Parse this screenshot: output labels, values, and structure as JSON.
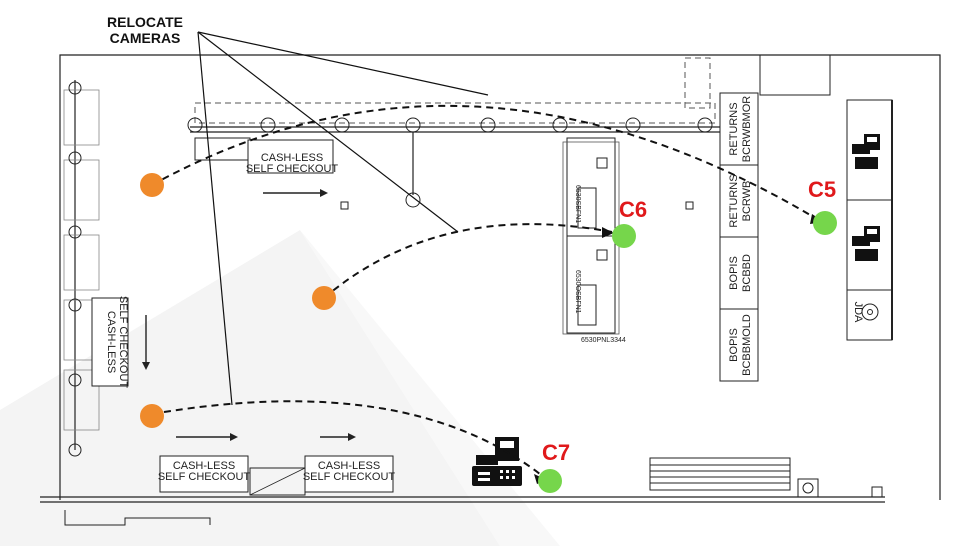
{
  "callout": {
    "line1": "RELOCATE",
    "line2": "CAMERAS"
  },
  "checkouts": {
    "top": {
      "line1": "CASH-LESS",
      "line2": "SELF CHECKOUT"
    },
    "left": {
      "line1": "CASH-LESS",
      "line2": "SELF CHECKOUT"
    },
    "bottom_left": {
      "line1": "CASH-LESS",
      "line2": "SELF CHECKOUT"
    },
    "bottom_right": {
      "line1": "CASH-LESS",
      "line2": "SELF CHECKOUT"
    }
  },
  "counter_labels": [
    {
      "line1": "RETURNS",
      "line2": "BCRWBMOR"
    },
    {
      "line1": "RETURNS",
      "line2": "BCRWB"
    },
    {
      "line1": "BOPIS",
      "line2": "BCBBD"
    },
    {
      "line1": "BOPIS",
      "line2": "BCBBMOLD"
    }
  ],
  "fixture_codes": {
    "upper": "6530SBFN1",
    "lower": "6530OSBFN1",
    "base": "6530PNL3344"
  },
  "kiosk_label": "JDA",
  "cameras": [
    {
      "label": "C5",
      "color": "#76d64b"
    },
    {
      "label": "C6",
      "color": "#76d64b"
    },
    {
      "label": "C7",
      "color": "#76d64b"
    }
  ],
  "old_camera_color": "#ef8a2b",
  "icons": [
    "cash-register-icon"
  ]
}
